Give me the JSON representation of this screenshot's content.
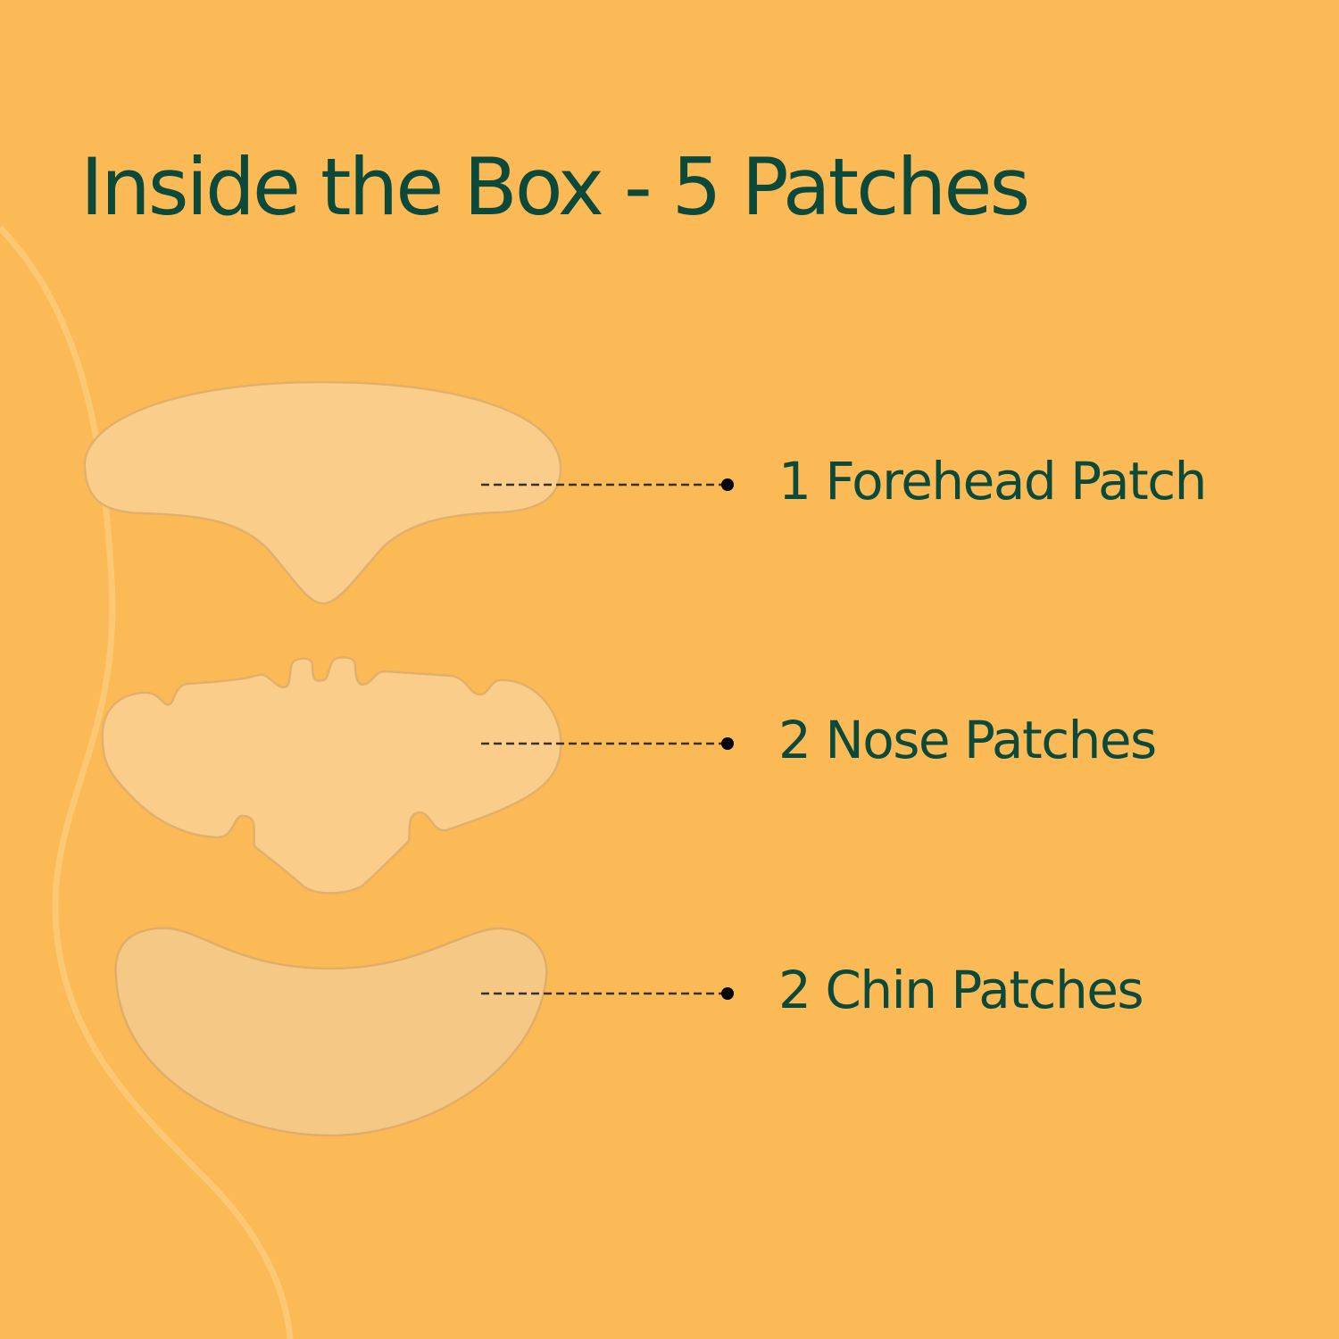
{
  "title": "Inside the Box - 5 Patches",
  "items": [
    {
      "label": "1 Forehead Patch",
      "icon": "forehead-patch-icon"
    },
    {
      "label": "2 Nose Patches",
      "icon": "nose-patch-icon"
    },
    {
      "label": "2 Chin Patches",
      "icon": "chin-patch-icon"
    }
  ],
  "colors": {
    "background": "#FBBA55",
    "text": "#0B4A3A",
    "patch": "#FACE8A"
  }
}
